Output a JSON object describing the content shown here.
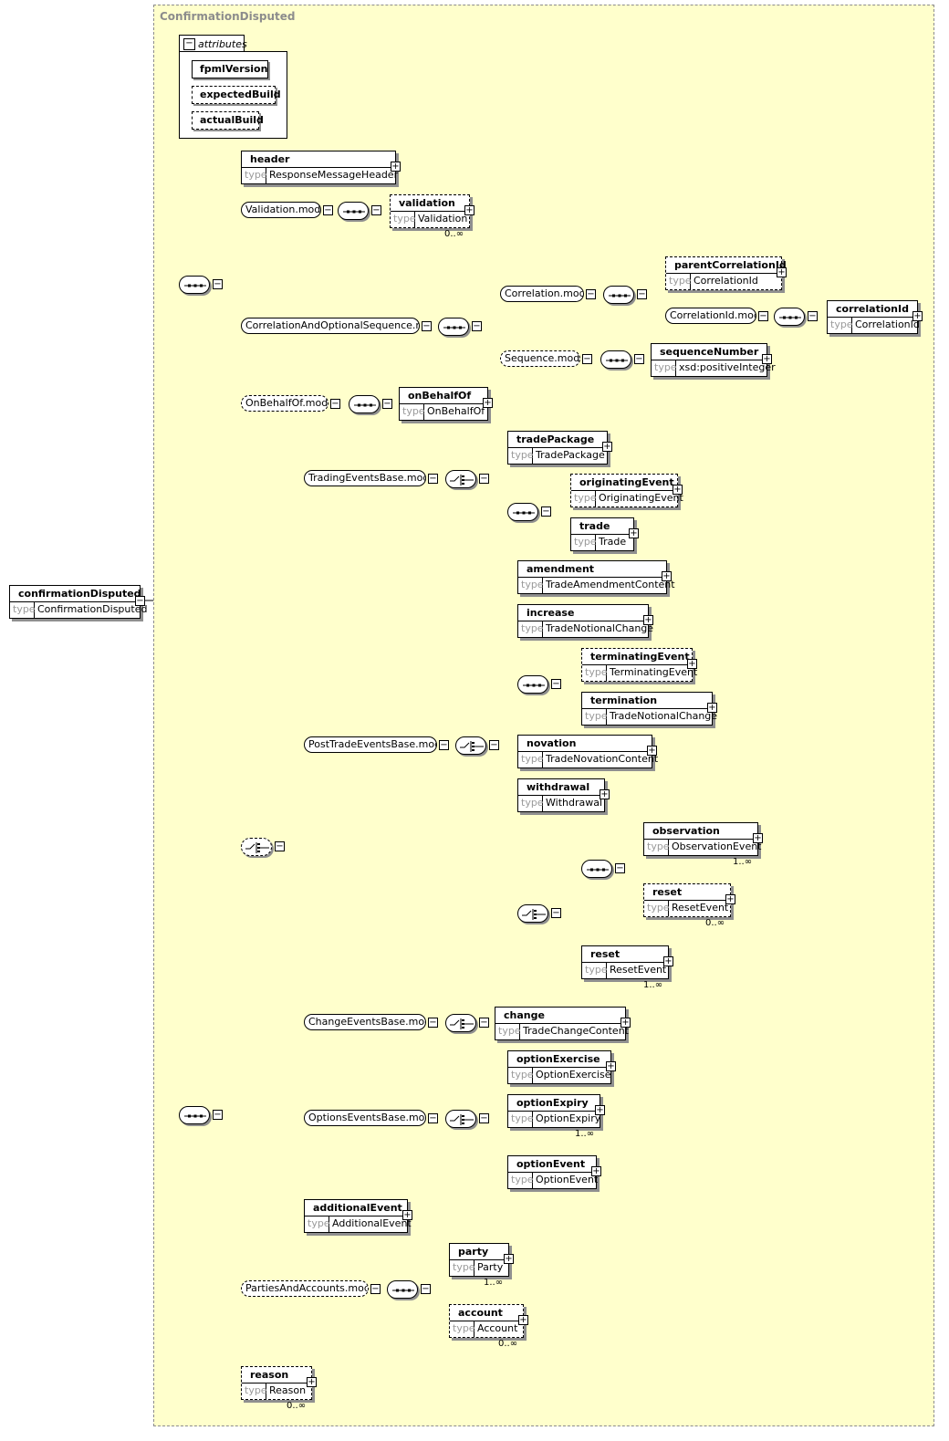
{
  "diagram": {
    "container_title": "ConfirmationDisputed",
    "attributes_label": "attributes",
    "attributes": [
      "fpmlVersion",
      "expectedBuild",
      "actualBuild"
    ],
    "type_label": "type",
    "root": {
      "name": "confirmationDisputed",
      "type": "ConfirmationDisputed"
    },
    "elements": [
      {
        "name": "header",
        "type": "ResponseMessageHeader"
      },
      {
        "name": "validation",
        "type": "Validation",
        "card": "0..∞"
      },
      {
        "name": "parentCorrelationId",
        "type": "CorrelationId"
      },
      {
        "name": "correlationId",
        "type": "CorrelationId"
      },
      {
        "name": "sequenceNumber",
        "type": "xsd:positiveInteger"
      },
      {
        "name": "onBehalfOf",
        "type": "OnBehalfOf"
      },
      {
        "name": "tradePackage",
        "type": "TradePackage"
      },
      {
        "name": "originatingEvent",
        "type": "OriginatingEvent"
      },
      {
        "name": "trade",
        "type": "Trade"
      },
      {
        "name": "amendment",
        "type": "TradeAmendmentContent"
      },
      {
        "name": "increase",
        "type": "TradeNotionalChange"
      },
      {
        "name": "terminatingEvent",
        "type": "TerminatingEvent"
      },
      {
        "name": "termination",
        "type": "TradeNotionalChange"
      },
      {
        "name": "novation",
        "type": "TradeNovationContent"
      },
      {
        "name": "withdrawal",
        "type": "Withdrawal"
      },
      {
        "name": "observation",
        "type": "ObservationEvent",
        "card": "1..∞"
      },
      {
        "name": "reset",
        "type": "ResetEvent",
        "card": "0..∞"
      },
      {
        "name": "reset",
        "type": "ResetEvent",
        "card": "1..∞"
      },
      {
        "name": "change",
        "type": "TradeChangeContent"
      },
      {
        "name": "optionExercise",
        "type": "OptionExercise"
      },
      {
        "name": "optionExpiry",
        "type": "OptionExpiry",
        "card": "1..∞"
      },
      {
        "name": "optionEvent",
        "type": "OptionEvent"
      },
      {
        "name": "additionalEvent",
        "type": "AdditionalEvent"
      },
      {
        "name": "party",
        "type": "Party",
        "card": "1..∞"
      },
      {
        "name": "account",
        "type": "Account",
        "card": "0..∞"
      },
      {
        "name": "reason",
        "type": "Reason",
        "card": "0..∞"
      }
    ],
    "groups": [
      "Validation.model",
      "CorrelationAndOptionalSequence.mo...",
      "Correlation.model",
      "CorrelationId.model",
      "Sequence.model",
      "OnBehalfOf.model",
      "TradingEventsBase.model",
      "PostTradeEventsBase.model",
      "ChangeEventsBase.model",
      "OptionsEventsBase.model",
      "PartiesAndAccounts.model"
    ]
  }
}
